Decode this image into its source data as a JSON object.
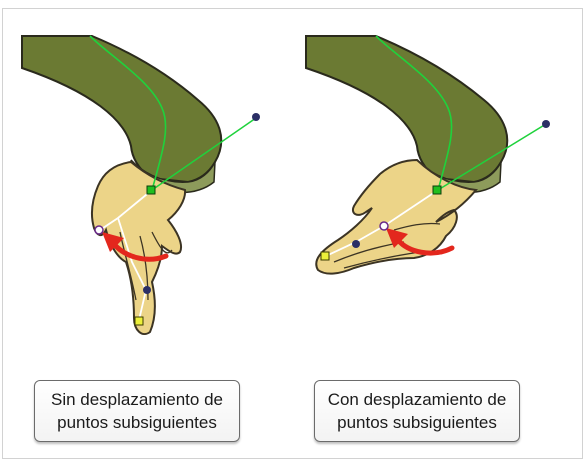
{
  "panels": [
    {
      "caption_line1": "Sin desplazamiento de",
      "caption_line2": "puntos subsiguientes"
    },
    {
      "caption_line1": "Con desplazamiento de",
      "caption_line2": "puntos subsiguientes"
    }
  ],
  "colors": {
    "sleeve": "#6b7a33",
    "sleeve_outline": "#2a2a1c",
    "cuff": "#8d9b5b",
    "skin": "#ecd488",
    "skin_outline": "#3c3424",
    "deform_line": "#1fd23c",
    "bone_line": "#ffffff",
    "pivot": "#1fbf1f",
    "handle": "#2b2f66",
    "endpoint": "#ecf03a",
    "rotate_arrow": "#e3271d"
  }
}
